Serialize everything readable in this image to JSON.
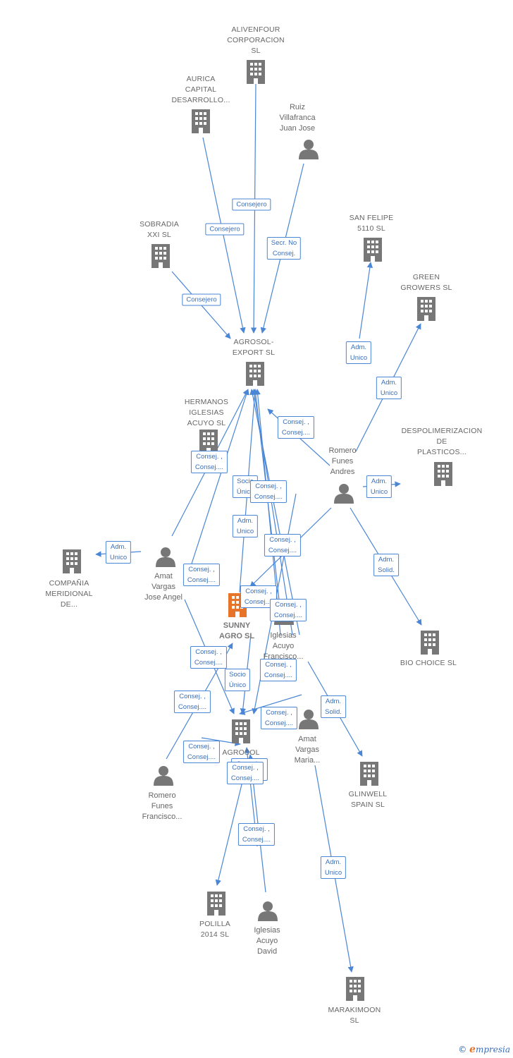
{
  "colors": {
    "edge": "#4a86d6",
    "node": "#777777",
    "main_node": "#e8742a"
  },
  "nodes": [
    {
      "id": "alivenfour",
      "type": "company",
      "label": "ALIVENFOUR\nCORPORACION\nSL"
    },
    {
      "id": "aurica",
      "type": "company",
      "label": "AURICA\nCAPITAL\nDESARROLLO..."
    },
    {
      "id": "ruiz",
      "type": "person",
      "label": "Ruiz\nVillafranca\nJuan Jose"
    },
    {
      "id": "sobradia",
      "type": "company",
      "label": "SOBRADIA\nXXI SL"
    },
    {
      "id": "sanfelipe",
      "type": "company",
      "label": "SAN FELIPE\n5110 SL"
    },
    {
      "id": "greengrowers",
      "type": "company",
      "label": "GREEN\nGROWERS SL"
    },
    {
      "id": "agrosolexport",
      "type": "company",
      "label": "AGROSOL-\nEXPORT SL"
    },
    {
      "id": "hermanos",
      "type": "company",
      "label": "HERMANOS\nIGLESIAS\nACUYO SL"
    },
    {
      "id": "despolimerizacion",
      "type": "company",
      "label": "DESPOLIMERIZACION\nDE\nPLASTICOS..."
    },
    {
      "id": "romeroandres",
      "type": "person",
      "label": "Romero\nFunes\nAndres"
    },
    {
      "id": "companiameridional",
      "type": "company",
      "label": "COMPAÑIA\nMERIDIONAL\nDE..."
    },
    {
      "id": "amatjose",
      "type": "person",
      "label": "Amat\nVargas\nJose Angel"
    },
    {
      "id": "sunnyagro",
      "type": "main",
      "label": "SUNNY\nAGRO SL"
    },
    {
      "id": "iglesiasfrancisco",
      "type": "person",
      "label": "Iglesias\nAcuyo\nFrancisco..."
    },
    {
      "id": "biochoice",
      "type": "company",
      "label": "BIO CHOICE SL"
    },
    {
      "id": "agrosol",
      "type": "company",
      "label": "AGROSOL"
    },
    {
      "id": "amatmaria",
      "type": "person",
      "label": "Amat\nVargas\nMaria..."
    },
    {
      "id": "glinwell",
      "type": "company",
      "label": "GLINWELL\nSPAIN SL"
    },
    {
      "id": "romerofrancisco",
      "type": "person",
      "label": "Romero\nFunes\nFrancisco..."
    },
    {
      "id": "polilla",
      "type": "company",
      "label": "POLILLA\n2014 SL"
    },
    {
      "id": "iglesiasdavid",
      "type": "person",
      "label": "Iglesias\nAcuyo\nDavid"
    },
    {
      "id": "marakimoon",
      "type": "company",
      "label": "MARAKIMOON\nSL"
    }
  ],
  "edge_labels": [
    "Consejero",
    "Consejero",
    "Secr. No\nConsej.",
    "Consejero",
    "Adm.\nUnico",
    "Adm.\nUnico",
    "Consej. ,\nConsej....",
    "Consej. ,\nConsej....",
    "Socio\nÚnico",
    "Consej. ,\nConsej....",
    "Adm.\nUnico",
    "Adm.\nUnico",
    "Adm.\nUnico",
    "Consej. ,\nConsej....",
    "Consej. ,\nConsej....",
    "Consej. ,\nConsej....",
    "Adm.\nSolid.",
    "Consej. ,\nConsej....",
    "Consej. ,\nConsej....",
    "Consej. ,\nConsej....",
    "Socio\nÚnico",
    "Consej. ,\nConsej....",
    "Consej. ,\nConsej....",
    "Adm.\nSolid.",
    "Consej. ,\nConsej....",
    "Consej. ,\nConsej....",
    "Consej. ,\nConsej....",
    "Consej. ,\nConsej....",
    "Adm.\nUnico"
  ],
  "footer": {
    "copyright": "©",
    "brand_initial": "e",
    "brand_rest": "mpresia"
  }
}
